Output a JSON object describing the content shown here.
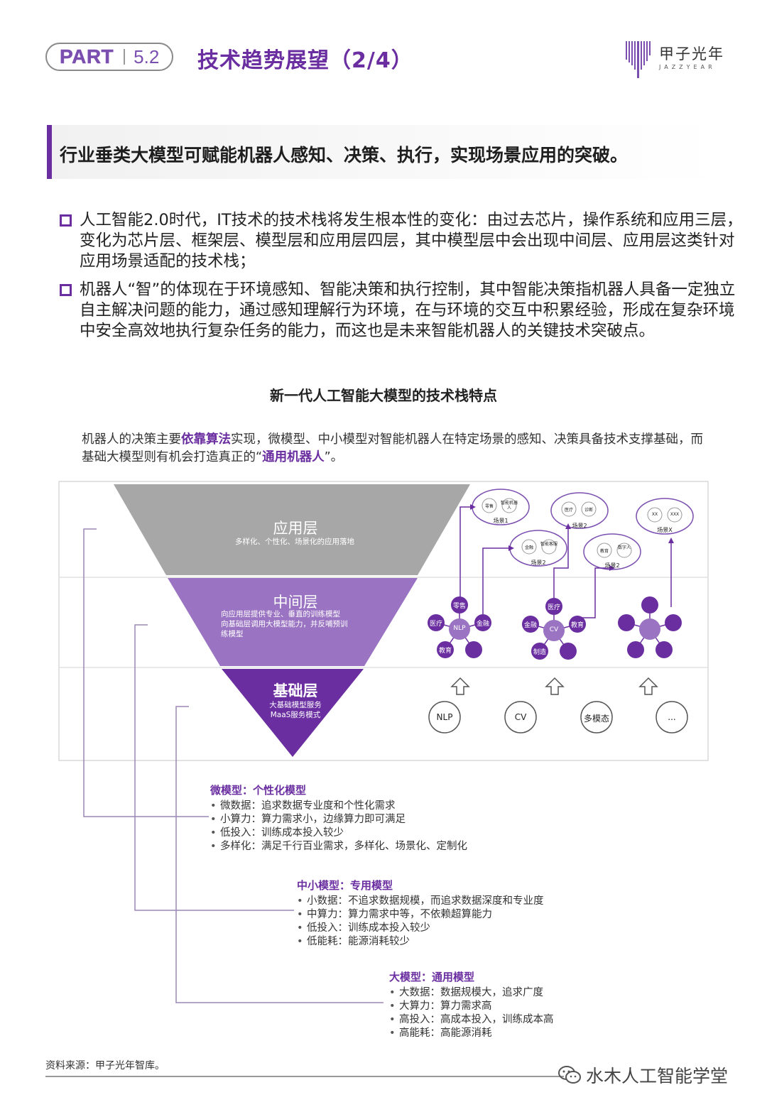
{
  "header": {
    "part_word": "PART",
    "part_number": "5.2",
    "title": "技术趋势展望（2/4）",
    "logo_cn": "甲子光年",
    "logo_en": "JAZZYEAR"
  },
  "section": {
    "title": "行业垂类大模型可赋能机器人感知、决策、执行，实现场景应用的突破。"
  },
  "bullets": [
    {
      "text": "人工智能2.0时代，IT技术的技术栈将发生根本性的变化：由过去芯片，操作系统和应用三层，变化为芯片层、框架层、模型层和应用层四层，其中模型层中会出现中间层、应用层这类针对应用场景适配的技术栈；"
    },
    {
      "text": "机器人“智”的体现在于环境感知、智能决策和执行控制，其中智能决策指机器人具备一定独立自主解决问题的能力，通过感知理解行为环境，在与环境的交互中积累经验，形成在复杂环境中安全高效地执行复杂任务的能力，而这也是未来智能机器人的关键技术突破点。"
    }
  ],
  "figure": {
    "title": "新一代人工智能大模型的技术栈特点",
    "intro_a": "机器人的决策主要",
    "intro_b": "依靠算法",
    "intro_c": "实现，微模型、中小模型对智能机器人在特定场景的感知、决策具备技术支撑基础，而基础大模型则有机会打造真正的“",
    "intro_d": "通用机器人",
    "intro_e": "”。"
  },
  "layers": {
    "app": {
      "title": "应用层",
      "sub": "多样化、个性化、场景化的应用落地"
    },
    "mid": {
      "title": "中间层",
      "sub1": "向应用层提供专业、垂直的训练模型",
      "sub2": "向基础层调用大模型能力，并反哺预训",
      "sub3": "练模型"
    },
    "base": {
      "title": "基础层",
      "sub1": "大基础模型服务",
      "sub2": "MaaS服务模式"
    }
  },
  "clusters": [
    {
      "center": "NLP",
      "nodes": [
        "零售",
        "金融",
        "医疗",
        "教育",
        ""
      ]
    },
    {
      "center": "CV",
      "nodes": [
        "医疗",
        "教育",
        "金融",
        "制造",
        ""
      ]
    },
    {
      "center": "",
      "nodes": [
        "",
        "",
        "",
        "",
        ""
      ]
    }
  ],
  "scenes": [
    {
      "a": "零售",
      "b": "智能机器人",
      "label": "场景1"
    },
    {
      "a": "医疗",
      "b": "诊断",
      "label": "场景2"
    },
    {
      "a": "金融",
      "b": "智能客服",
      "label": "场景2"
    },
    {
      "a": "教育",
      "b": "数字人",
      "label": "场景2"
    },
    {
      "a": "XX",
      "b": "XXX",
      "label": "场景X"
    }
  ],
  "foundations": [
    "NLP",
    "CV",
    "多模态",
    "..."
  ],
  "models": [
    {
      "head": "微模型：个性化模型",
      "items": [
        "微数据：追求数据专业度和个性化需求",
        "小算力：算力需求小，边缘算力即可满足",
        "低投入：训练成本投入较少",
        "多样化：满足千行百业需求，多样化、场景化、定制化"
      ]
    },
    {
      "head": "中小模型：专用模型",
      "items": [
        "小数据：不追求数据规模，而追求数据深度和专业度",
        "中算力：算力需求中等，不依赖超算能力",
        "低投入：训练成本投入较少",
        "低能耗：能源消耗较少"
      ]
    },
    {
      "head": "大模型：通用模型",
      "items": [
        "大数据：数据规模大，追求广度",
        "大算力：算力需求高",
        "高投入：高成本投入，训练成本高",
        "高能耗：高能源消耗"
      ]
    }
  ],
  "footer": {
    "source": "资料来源：甲子光年智库。",
    "wechat": "水木人工智能学堂"
  },
  "colors": {
    "purple_dark": "#6a2ea0",
    "purple_mid": "#9a74c2",
    "grey_layer": "#a7a7a7"
  }
}
